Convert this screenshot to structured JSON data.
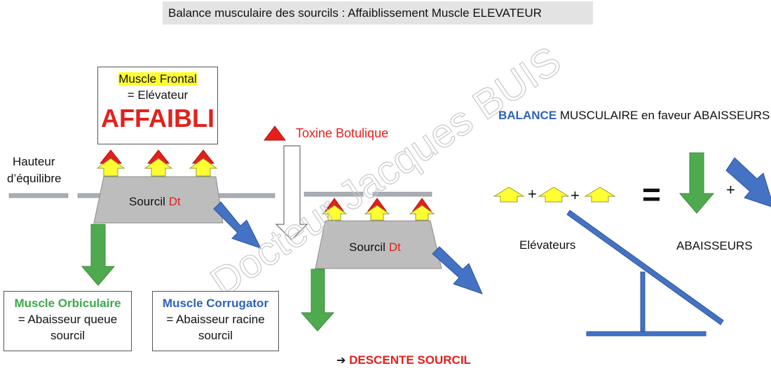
{
  "title": "Balance musculaire des sourcils : Affaiblissement Muscle ELEVATEUR",
  "frontal_box": {
    "name": "Muscle Frontal",
    "role": "= Elévateur",
    "state": "AFFAIBLI"
  },
  "hauteur_label_line1": "Hauteur",
  "hauteur_label_line2": "d’équilibre",
  "toxine_label": "Toxine Botulique",
  "sourcil_left": {
    "prefix": "Sourcil ",
    "suffix": "Dt"
  },
  "sourcil_right": {
    "prefix": "Sourcil ",
    "suffix": "Dt"
  },
  "orbiculaire_box": {
    "name": "Muscle Orbiculaire",
    "line1": "= Abaisseur queue",
    "line2": "sourcil"
  },
  "corrugator_box": {
    "name": "Muscle Corrugator",
    "line1": "= Abaisseur racine",
    "line2": "sourcil"
  },
  "descente": {
    "arrow": "➔",
    "label": "DESCENTE SOURCIL"
  },
  "balance": {
    "title_blue": "BALANCE",
    "title_rest": " MUSCULAIRE en faveur ABAISSEURS",
    "plus1": "+",
    "plus2": "+",
    "plus3": "+",
    "equals": "=",
    "elevateurs_label": "Elévateurs",
    "abaisseurs_label": "ABAISSEURS"
  },
  "watermark": "Docteur Jacques BUIS",
  "colors": {
    "red": "#e3201b",
    "yellow": "#ffff33",
    "green": "#4faa4f",
    "blue": "#4472c4",
    "gray": "#bdbdbd"
  }
}
